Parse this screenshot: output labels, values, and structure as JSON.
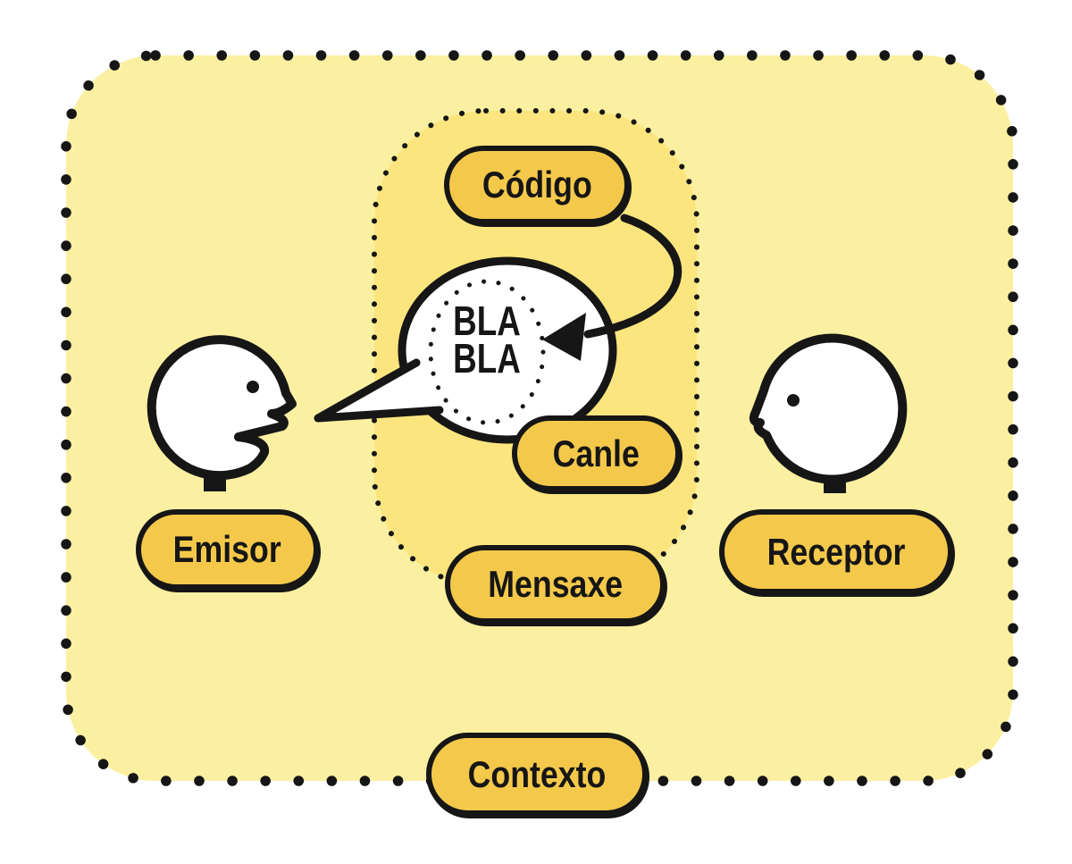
{
  "diagram": {
    "nodes": {
      "codigo": {
        "label": "Código"
      },
      "canle": {
        "label": "Canle"
      },
      "mensaxe": {
        "label": "Mensaxe"
      },
      "emisor": {
        "label": "Emisor"
      },
      "receptor": {
        "label": "Receptor"
      },
      "contexto": {
        "label": "Contexto"
      }
    },
    "speech_bubble": {
      "line1": "BLA",
      "line2": "BLA"
    },
    "colors": {
      "outer_fill": "#FBF0A2",
      "inner_fill": "#FCE57E",
      "pill_fill": "#F4C94B",
      "ink": "#161616",
      "bubble_fill": "#FFFFFF",
      "page_bg": "#FFFFFF"
    }
  }
}
